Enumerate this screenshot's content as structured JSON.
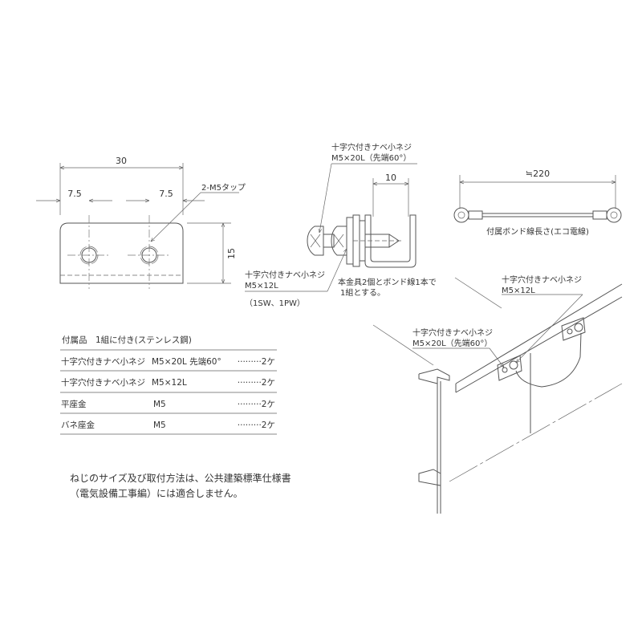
{
  "front_view": {
    "dim_total": "30",
    "dim_left": "7.5",
    "dim_right": "7.5",
    "dim_height": "15",
    "tap_label": "2-M5タップ"
  },
  "side_view": {
    "screw_long_name": "十字穴付きナベ小ネジ",
    "screw_long_spec": "M5×20L（先端60°）",
    "dim_width": "10",
    "screw_short_name": "十字穴付きナベ小ネジ",
    "screw_short_spec": "M5×12L",
    "screw_short_washers": "（1SW、1PW）",
    "set_note_line1": "本金具2個とボンド線1本で",
    "set_note_line2": "1組とする。"
  },
  "bond_wire": {
    "dim_length": "≒220",
    "caption": "付属ボンド線長さ(エコ電線)"
  },
  "accessories": {
    "header": "付属品　1組に付き(ステンレス鋼)",
    "rows": [
      {
        "name": "十字穴付きナベ小ネジ",
        "spec": "M5×20L 先端60°",
        "qty": "·········2ケ"
      },
      {
        "name": "十字穴付きナベ小ネジ",
        "spec": "M5×12L",
        "qty": "·········2ケ"
      },
      {
        "name": "平座金",
        "spec": "M5",
        "qty": "·········2ケ"
      },
      {
        "name": "バネ座金",
        "spec": "M5",
        "qty": "·········2ケ"
      }
    ]
  },
  "note": {
    "line1": "ねじのサイズ及び取付方法は、公共建築標準仕様書",
    "line2": "（電気設備工事編）には適合しません。"
  },
  "isometric": {
    "label_short_name": "十字穴付きナベ小ネジ",
    "label_short_spec": "M5×12L",
    "label_long_name": "十字穴付きナベ小ネジ",
    "label_long_spec": "M5×20L（先端60°）"
  }
}
